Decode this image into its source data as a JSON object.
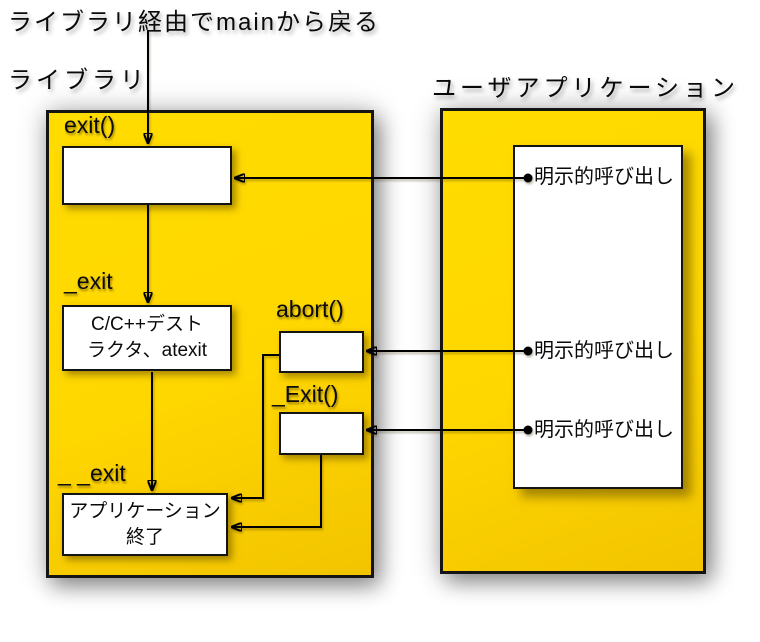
{
  "note": {
    "text": "ライブラリ経由でmainから戻る"
  },
  "library": {
    "title": "ライブラリ",
    "exit_label": "exit()",
    "underscore_exit_label": "_exit",
    "double_underscore_exit_label": "_ _exit",
    "abort_label": "abort()",
    "capital_exit_label": "_Exit()",
    "destructor_box": {
      "line1": "C/C++デスト",
      "line2": "ラクタ、atexit"
    },
    "app_end_box": {
      "line1": "アプリケーション",
      "line2": "終了"
    }
  },
  "user_app": {
    "title": "ユーザアプリケーション",
    "calls": [
      {
        "label": "明示的呼び出し"
      },
      {
        "label": "明示的呼び出し"
      },
      {
        "label": "明示的呼び出し"
      }
    ]
  },
  "colors": {
    "panel_fill": "#FFD700",
    "box_fill": "#FFFFFF",
    "line": "#000000",
    "border": "#141414"
  }
}
